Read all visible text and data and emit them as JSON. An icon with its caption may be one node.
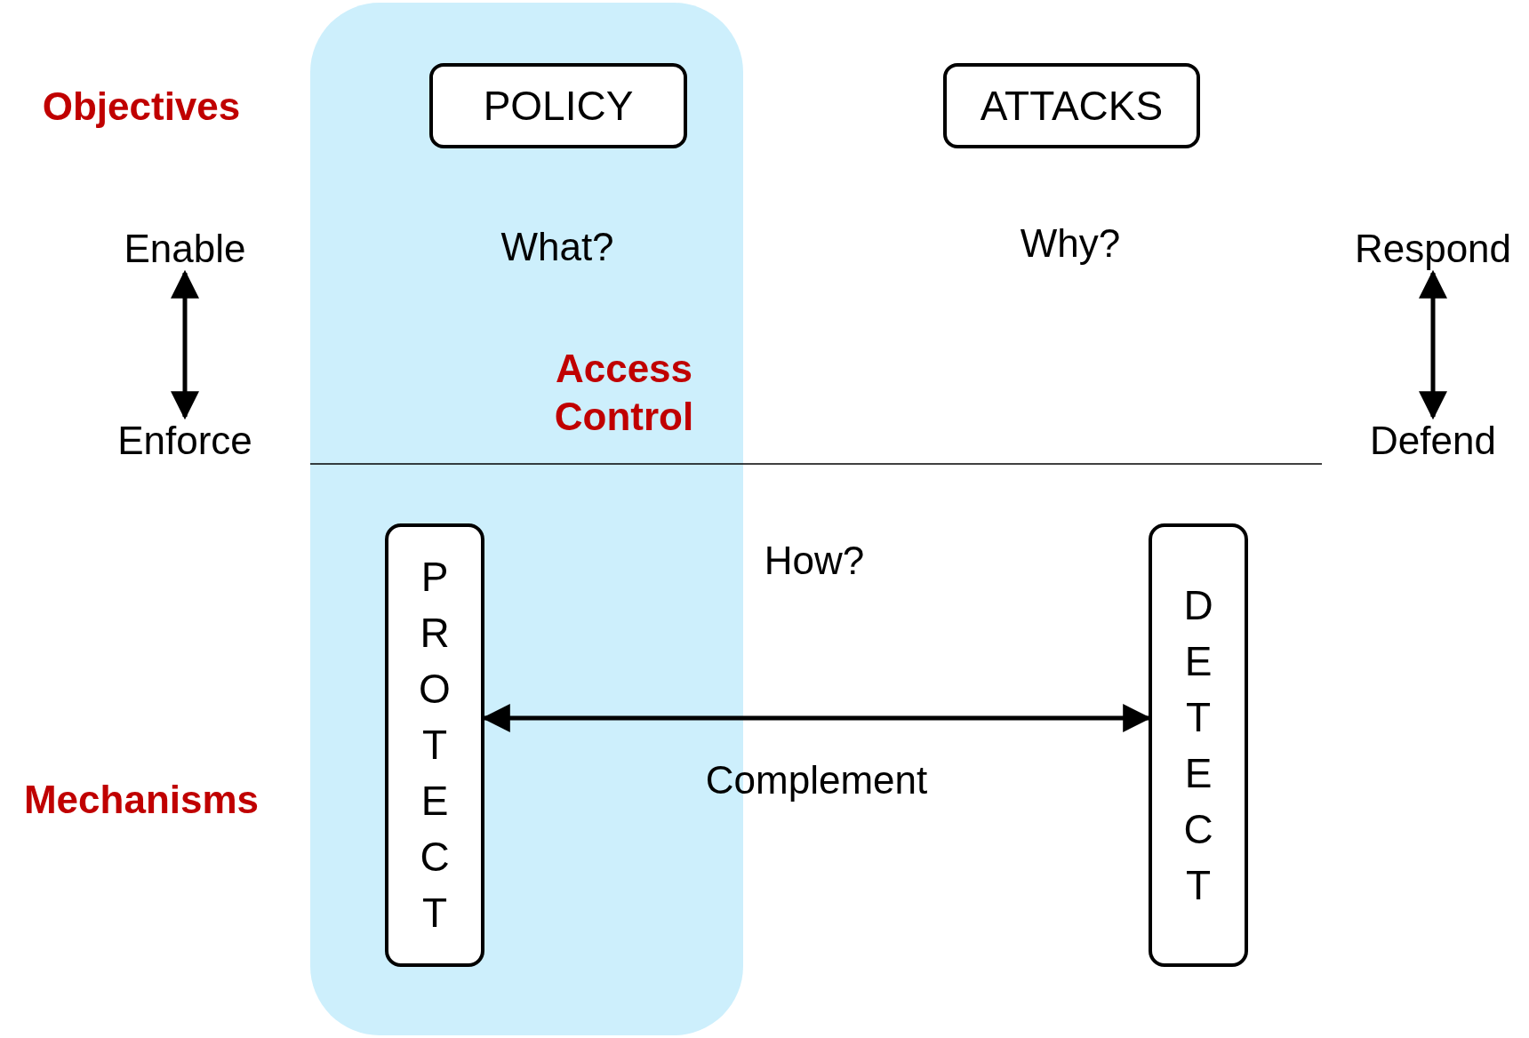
{
  "diagram": {
    "nodes": [
      {
        "text": [
          "Access Control"
        ]
      },
      {
        "text": [
          "POLICY"
        ],
        "in": 0
      },
      {
        "text": [
          "ATTACKS"
        ]
      },
      {
        "text": [
          "Enable"
        ]
      },
      {
        "text": [
          "Enforce"
        ]
      },
      {
        "text": [
          "Respond"
        ]
      },
      {
        "text": [
          "Defend"
        ]
      },
      {
        "text": [
          "PROTECT"
        ],
        "in": 0
      },
      {
        "text": [
          "DETECT"
        ]
      }
    ],
    "edges": [
      {
        "from": 3,
        "to": 4,
        "arrow": "both"
      },
      {
        "from": 5,
        "to": 6,
        "arrow": "both"
      },
      {
        "from": 7,
        "to": 8,
        "arrow": "both",
        "label": "Complement"
      }
    ],
    "labels": [
      "Objectives",
      "What?",
      "Why?",
      "How?",
      "Mechanisms"
    ]
  }
}
